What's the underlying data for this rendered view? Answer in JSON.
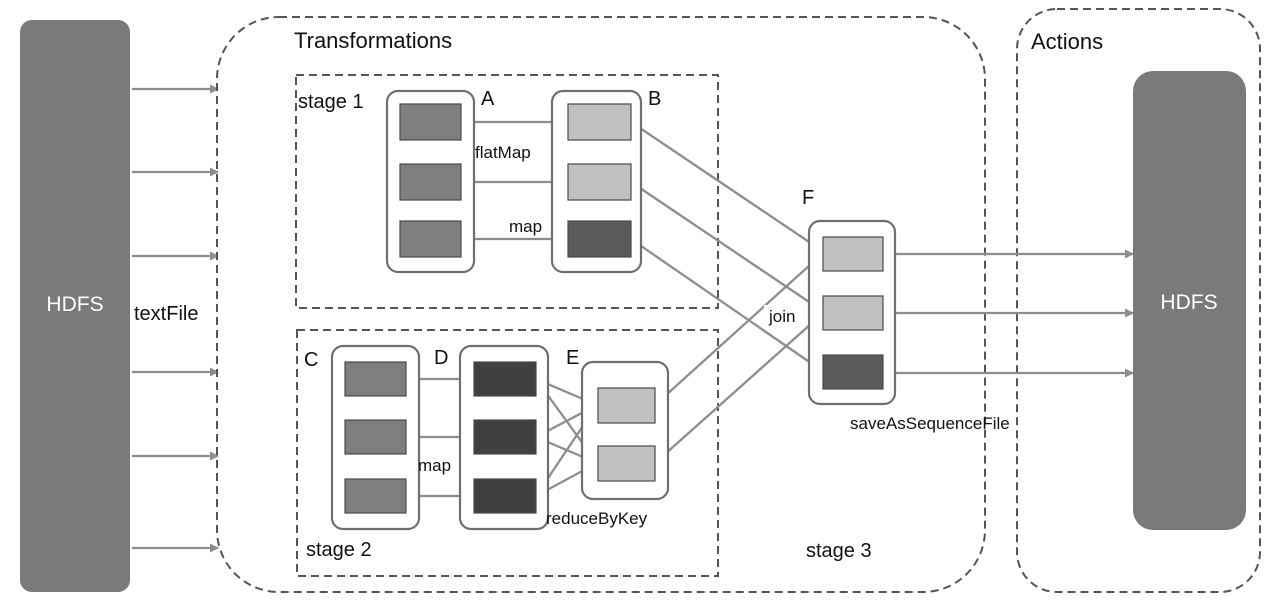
{
  "labels": {
    "transformations": "Transformations",
    "actions": "Actions",
    "stage1": "stage 1",
    "stage2": "stage 2",
    "stage3": "stage 3",
    "text_file": "textFile",
    "hdfs_source": "HDFS",
    "hdfs_sink": "HDFS"
  },
  "rdds": {
    "A": {
      "label": "A",
      "partitions": [
        "medium",
        "medium",
        "medium"
      ]
    },
    "B": {
      "label": "B",
      "partitions": [
        "light",
        "light",
        "dark"
      ]
    },
    "C": {
      "label": "C",
      "partitions": [
        "medium",
        "medium",
        "medium"
      ]
    },
    "D": {
      "label": "D",
      "partitions": [
        "darkest",
        "darkest",
        "darkest"
      ]
    },
    "E": {
      "label": "E",
      "partitions": [
        "light",
        "light"
      ]
    },
    "F": {
      "label": "F",
      "partitions": [
        "light",
        "light",
        "dark"
      ]
    }
  },
  "operations": {
    "flatmap": "flatMap",
    "map_stage1": "map",
    "map_stage2": "map",
    "reduce_by_key": "reduceByKey",
    "join": "join",
    "save_as_sequence_file": "saveAsSequenceFile"
  },
  "colors": {
    "hdfs_fill": "#7b7a7a",
    "medium": "#7f7f7f",
    "light": "#c2c1c1",
    "dark": "#5b5b5b",
    "darkest": "#404040",
    "edge": "#8d8d8d",
    "dashed_border": "#555555"
  }
}
